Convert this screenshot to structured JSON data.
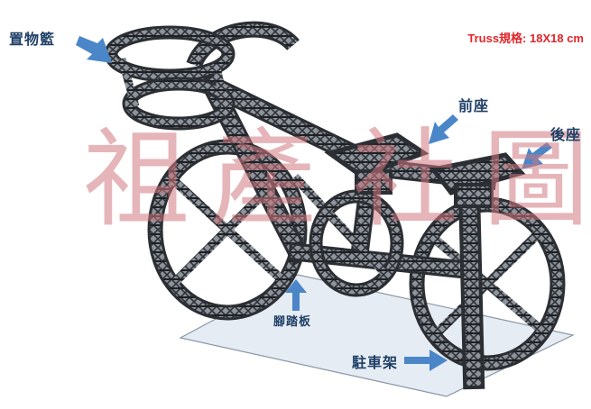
{
  "spec_text": "Truss規格: 18X18 cm",
  "labels": {
    "basket": "置物籃",
    "front_seat": "前座",
    "rear_seat": "後座",
    "pedal": "腳踏板",
    "stand": "駐車架"
  },
  "watermark": [
    "祖",
    "產",
    "社",
    "圖"
  ],
  "colors": {
    "truss": "#3c3f44",
    "truss_light": "#9aa0a8",
    "arrow": "#4a86c8",
    "label": "#1f3f66",
    "spec": "#e0262a",
    "ground": "#e4eaf1"
  }
}
